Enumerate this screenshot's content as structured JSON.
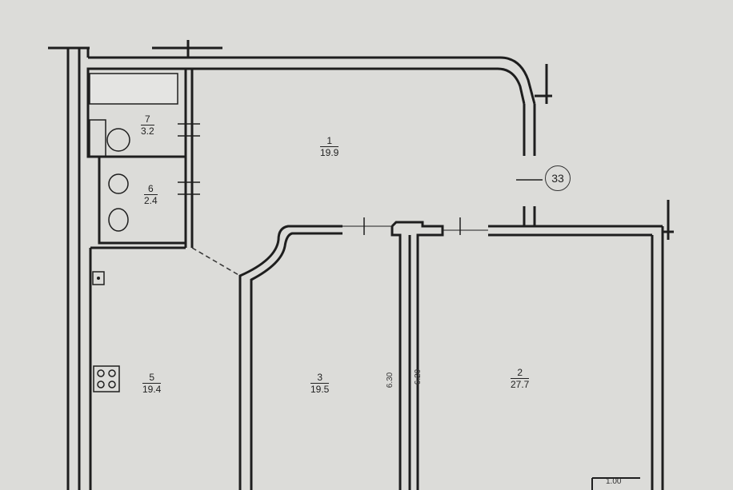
{
  "rooms": [
    {
      "number": "1",
      "area": "19.9"
    },
    {
      "number": "2",
      "area": "27.7"
    },
    {
      "number": "3",
      "area": "19.5"
    },
    {
      "number": "5",
      "area": "19.4"
    },
    {
      "number": "6",
      "area": "2.4"
    },
    {
      "number": "7",
      "area": "3.2"
    }
  ],
  "dimensions": {
    "wall_left": "6.30",
    "wall_right": "6.20",
    "bottom_right": "1.00"
  },
  "marker": "33",
  "colors": {
    "background": "#d9d9d7",
    "wall": "#1e1e1e",
    "paper": "#e6e6e3"
  }
}
